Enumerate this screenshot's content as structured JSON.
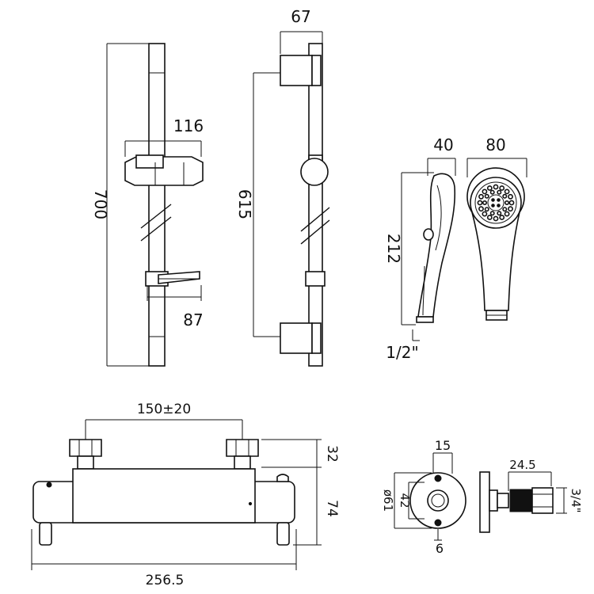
{
  "drawing": {
    "dimensions": {
      "rail_height": "700",
      "bracket_spacing": "615",
      "slider_width": "116",
      "bracket_depth": "67",
      "soap_dish_depth": "87",
      "handset_depth": "40",
      "handset_head_diameter": "80",
      "handset_length": "212",
      "hose_thread": "1/2\"",
      "valve_centres": "150±20",
      "valve_inlet_height": "32",
      "valve_body_height": "74",
      "valve_length": "256.5",
      "eccentric_top": "15",
      "eccentric_bottom": "6",
      "flange_diameter": "ø61",
      "flange_inner": "42",
      "connector_length": "24.5",
      "connector_thread": "3/4\""
    }
  }
}
